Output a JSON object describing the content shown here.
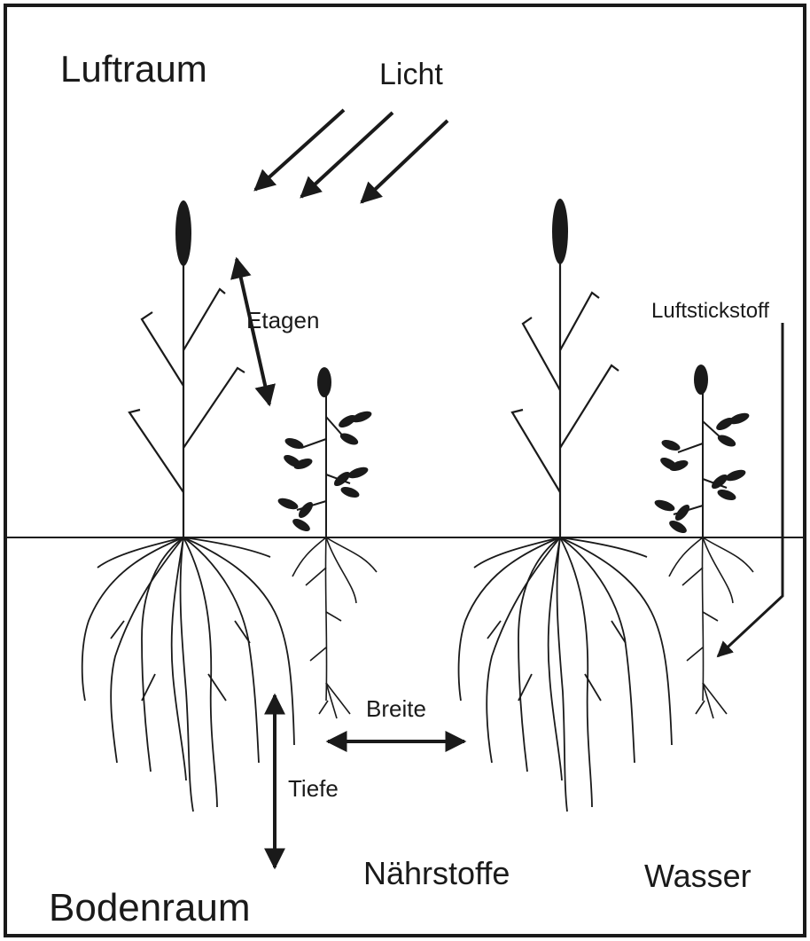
{
  "labels": {
    "air_space": "Luftraum",
    "light": "Licht",
    "layers": "Etagen",
    "air_nitrogen": "Luftstickstoff",
    "width": "Breite",
    "depth": "Tiefe",
    "nutrients": "Nährstoffe",
    "water": "Wasser",
    "soil_space": "Bodenraum"
  },
  "colors": {
    "ink": "#1a1a1a",
    "background": "#ffffff"
  }
}
